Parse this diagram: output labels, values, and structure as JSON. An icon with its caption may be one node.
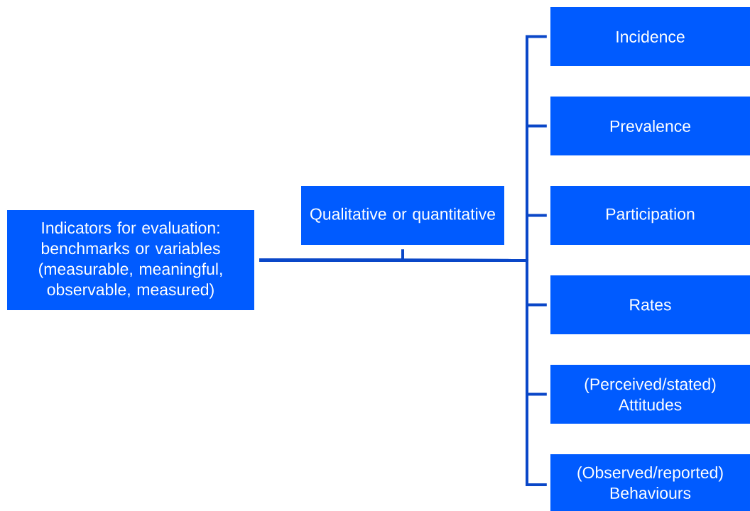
{
  "diagram": {
    "nodes": [
      {
        "text": [
          "Indicators for evaluation: benchmarks or variables (measurable, meaningful, observable, measured)"
        ]
      },
      {
        "text": [
          "Qualitative or quantitative"
        ]
      },
      {
        "text": [
          "Incidence"
        ]
      },
      {
        "text": [
          "Prevalence"
        ]
      },
      {
        "text": [
          "Participation"
        ]
      },
      {
        "text": [
          "Rates"
        ]
      },
      {
        "text": [
          "(Perceived/stated) Attitudes"
        ]
      },
      {
        "text": [
          "(Observed/reported) Behaviours"
        ]
      }
    ],
    "edges": [
      {
        "from": 0,
        "to": 1,
        "arrow": "none"
      },
      {
        "from": 0,
        "to": 2,
        "arrow": "none"
      },
      {
        "from": 0,
        "to": 3,
        "arrow": "none"
      },
      {
        "from": 0,
        "to": 4,
        "arrow": "none"
      },
      {
        "from": 0,
        "to": 5,
        "arrow": "none"
      },
      {
        "from": 0,
        "to": 6,
        "arrow": "none"
      },
      {
        "from": 0,
        "to": 7,
        "arrow": "none"
      }
    ]
  }
}
